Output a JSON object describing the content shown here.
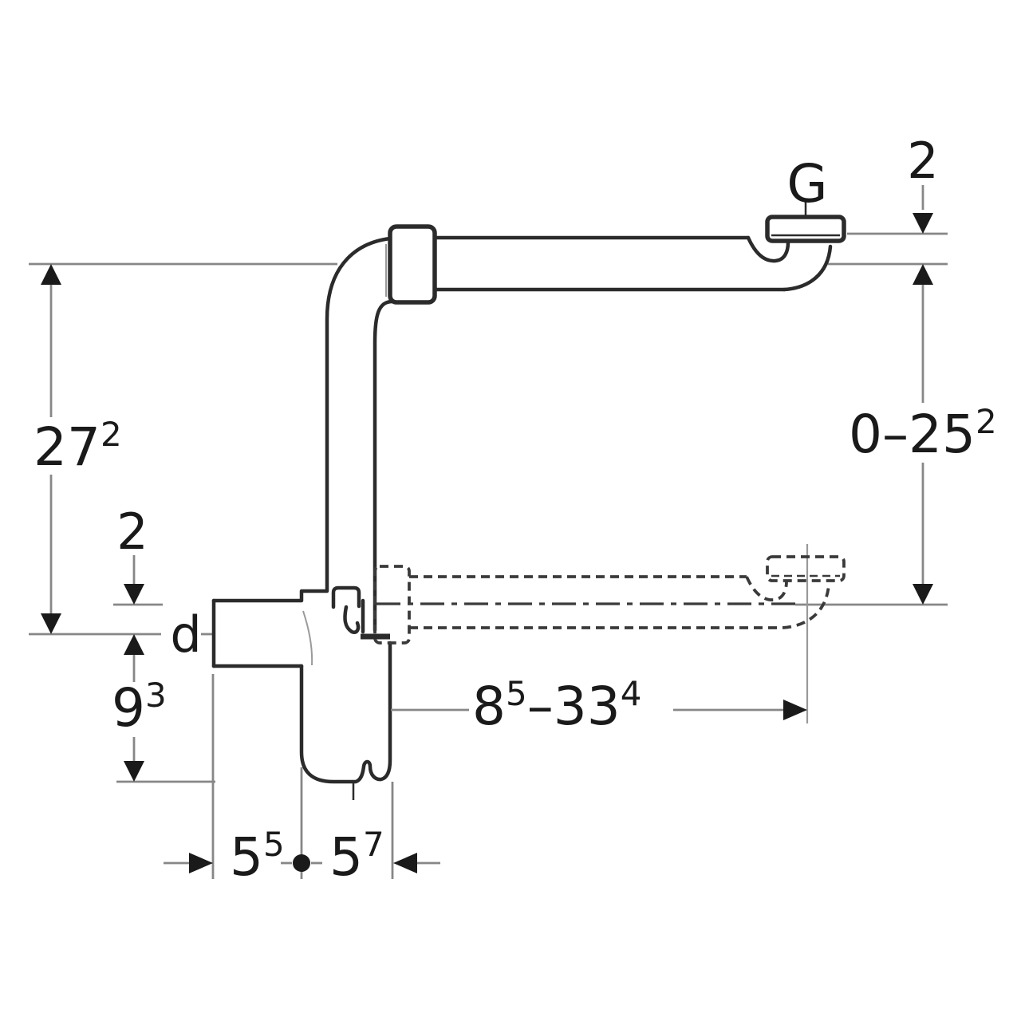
{
  "drawing": {
    "kind": "dimensional line drawing of a space-saving bottle trap with wall connection",
    "colors": {
      "outline": "#2b2b2b",
      "dashed_alternate": "#3a3a3a",
      "dimension_lines": "#878787",
      "text": "#1a1a1a",
      "background": "#ffffff"
    },
    "labels": {
      "thread": "G",
      "diameter": "d"
    },
    "dims": {
      "wall_offset_top": "2",
      "height_left": {
        "base": "27",
        "sup": "2"
      },
      "gap_left": "2",
      "vertical_range_right": {
        "base": "0–25",
        "sup": "2"
      },
      "trap_depth": {
        "base": "9",
        "sup": "3"
      },
      "horizontal_range": {
        "b1": "8",
        "s1": "5",
        "b2": "–33",
        "s2": "4"
      },
      "bottom_left": {
        "base": "5",
        "sup": "5"
      },
      "bottom_right": {
        "base": "5",
        "sup": "7"
      }
    }
  }
}
